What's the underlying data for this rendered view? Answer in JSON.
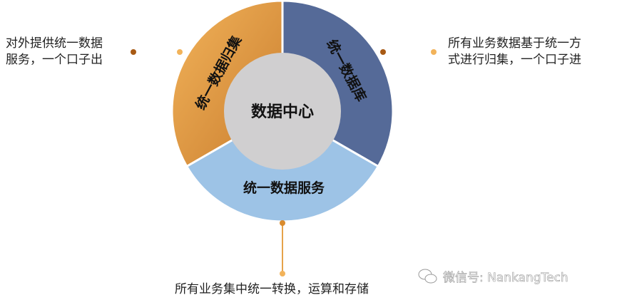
{
  "center": {
    "label": "数据中心"
  },
  "segments": {
    "collect": {
      "label": "统一数据归集",
      "color": "#E39A3F"
    },
    "database": {
      "label": "统一数据库",
      "color": "#556A98"
    },
    "service": {
      "label": "统一数据服务",
      "color": "#9DC3E6"
    }
  },
  "notes": {
    "left": [
      "对外提供统一数据",
      "服务，一个口子出"
    ],
    "right": [
      "所有业务数据基于统一方",
      "式进行归集，一个口子进"
    ],
    "bottom": "所有业务集中统一转换，运算和存储"
  },
  "watermark": {
    "text": "微信号: NankangTech",
    "icon": "wechat-icon"
  }
}
